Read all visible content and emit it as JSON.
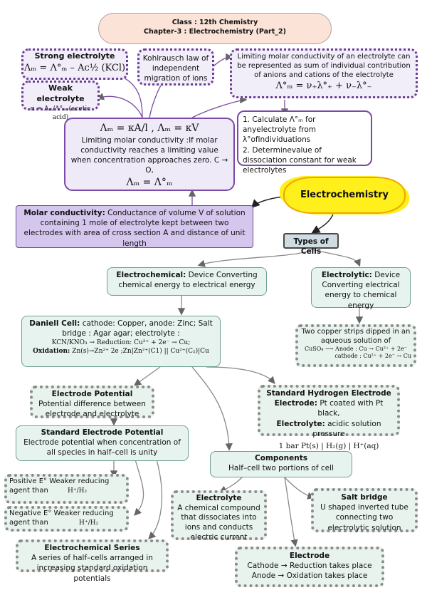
{
  "header": {
    "line1": "Class : 12th Chemistry",
    "line2": "Chapter-3 : Electrochemistry (Part_2)"
  },
  "strong": {
    "title": "Strong electrolyte",
    "formula": "Λₘ = Λ°ₘ – Ac½ (KCl)"
  },
  "weak": {
    "title": "Weak electrolyte",
    "formula": "α = Λₘ/Λ°ₘ  (acetic acid)"
  },
  "kohlrausch": {
    "text": "Kohlrausch law of independent migration of ions"
  },
  "limiting_top": {
    "text": "Limiting molar conductivity of an electrolyte can be represented as sum of individual contribution of anions and cations of the electrolyte",
    "formula": "Λ°ₘ = ν₊λ°₊ + ν₋λ°₋"
  },
  "applications": {
    "line1": "1. Calculate Λ°ₘ for anyelectrolyte from λ°ofindividuations",
    "line2": "2. Determinevalue of dissociation constant for weak electrolytes"
  },
  "center": {
    "formula1": "Λₘ = κA/l ,  Λₘ = κV",
    "text": "Limiting molar conductivity :If molar conductivity reaches a limiting value when concentration approaches zero. C → O,",
    "formula2": "Λₘ = Λ°ₘ"
  },
  "electrochem": {
    "label": "Electrochemistry"
  },
  "molar": {
    "title": "Molar conductivity:",
    "text": " Conductance of volume V of solution containing 1 mole of electrolyte kept between two electrodes with area of cross section A and distance of unit length"
  },
  "types": {
    "label": "Types of Cells"
  },
  "electrochemical": {
    "title": "Electrochemical:",
    "text": " Device Converting chemical energy to electrical energy"
  },
  "electrolytic": {
    "title": "Electrolytic:",
    "text": " Device Converting electrical energy to chemical energy"
  },
  "daniell": {
    "title": "Daniell Cell:",
    "text": " cathode: Copper, anode: Zinc; Salt bridge : Agar agar; electrolyte :",
    "reduction": "KCN/KNO₃ → Reduction: Cu²⁺ + 2e⁻ → Cu;",
    "ox_title": "Oxidation:",
    "oxidation": " Zn(s)→Zn²⁺ 2e ;Zn|Zn²⁺(C1) || Cu²⁺(C₂)|Cu"
  },
  "copper": {
    "text": "Two copper strips dipped in an aqueous solution of",
    "line2": "CuSO₄ ⟶ Anode : Cu → Cu²⁺ + 2e⁻",
    "line3": "cathode : Cu²⁺ + 2e⁻ → Cu"
  },
  "electrode_potential": {
    "title": "Electrode Potential",
    "text": "Potential difference between electrode and electrolyte"
  },
  "she": {
    "title": "Standard Hydrogen Electrode",
    "e_title": "Electrode:",
    "e_text": " Pt coated with Pt black,",
    "l_title": "Electrolyte:",
    "l_text": " acidic solution pressure",
    "formula": "1 bar Pt(s) | H₂(g) | H⁺(aq)"
  },
  "sep": {
    "title": "Standard Electrode Potential",
    "text": "Electrode potential when concentration of all species in half–cell is unity"
  },
  "components": {
    "title": "Components",
    "text": "Half–cell    two portions of cell"
  },
  "positive": {
    "line1": "Positive E°    Weaker reducing",
    "line2": "agent than",
    "h": "H⁺/H₂"
  },
  "negative": {
    "line1": "Negative E°    Weaker reducing",
    "line2": "agent than",
    "h": "H⁺/H₂"
  },
  "electrolyte": {
    "title": "Electrolyte",
    "text": "A chemical compound that dissociates into ions and conducts electric current"
  },
  "saltbridge": {
    "title": "Salt bridge",
    "text": "U shaped inverted tube connecting two electrolytic solution"
  },
  "series": {
    "title": "Electrochemical Series",
    "text": "A series of half–cells arranged in increasing standard oxidation potentials"
  },
  "electrode": {
    "title": "Electrode",
    "line1": "Cathode → Reduction takes place",
    "line2": "Anode → Oxidation takes place"
  },
  "colors": {
    "purple_border": "#7a4aa6",
    "teal_border": "#6fa28c",
    "cloud_fill": "#ffef1a",
    "cloud_border": "#f0a500",
    "types_fill": "#cfdde3"
  }
}
